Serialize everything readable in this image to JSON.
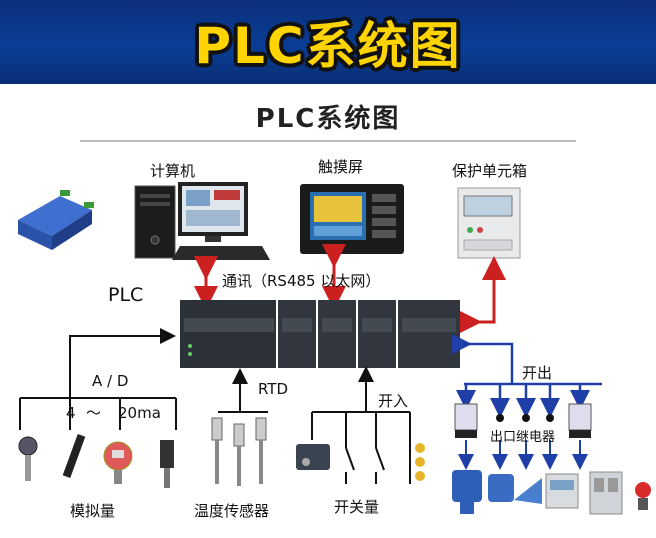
{
  "banner": {
    "title": "PLC系统图"
  },
  "diagram": {
    "title": "PLC系统图",
    "labels": {
      "computer": "计算机",
      "touchscreen": "触摸屏",
      "protection_box": "保护单元箱",
      "comm": "通讯（RS485 以太网）",
      "plc": "PLC",
      "analog_ad": "A / D",
      "analog_range_low": "4",
      "analog_range_tilde": "～",
      "analog_range_high": "20ma",
      "rtd": "RTD",
      "switch_in": "开入",
      "switch_out": "开出",
      "relay": "出口继电器",
      "analog": "模拟量",
      "temp_sensor": "温度传感器",
      "switch_qty": "开关量"
    },
    "colors": {
      "banner": "#0a3d96",
      "banner_title": "#ffd400",
      "arrow_red": "#cc1f1f",
      "arrow_blue": "#1f3fa8",
      "plc_body": "#2c3138"
    }
  }
}
